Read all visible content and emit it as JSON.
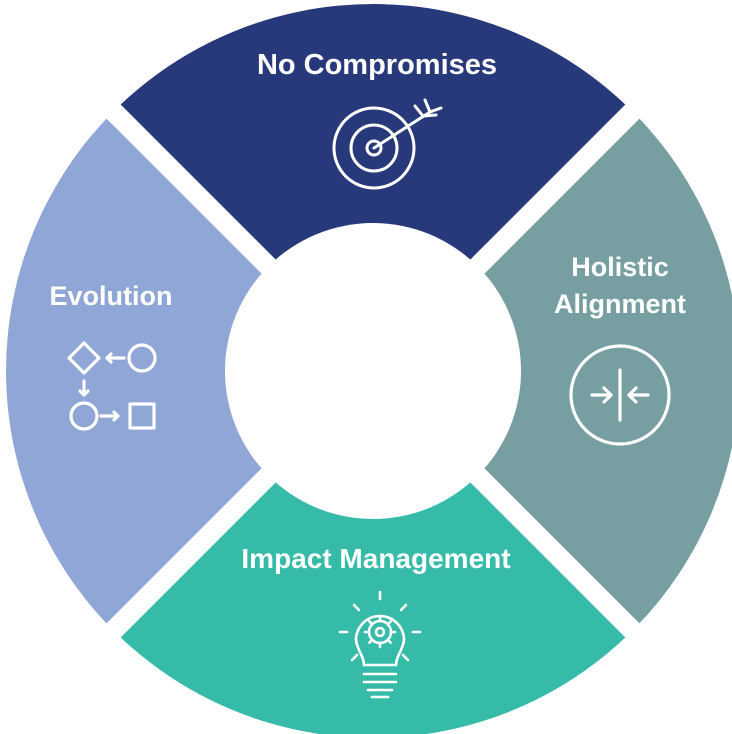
{
  "diagram": {
    "segments": {
      "top": {
        "label": "No Compromises",
        "color": "#27397a",
        "icon": "target-icon"
      },
      "right": {
        "label_line1": "Holistic",
        "label_line2": "Alignment",
        "color": "#779ea1",
        "icon": "converge-arrows-icon"
      },
      "bottom": {
        "label": "Impact Management",
        "color": "#36bba8",
        "icon": "lightbulb-gear-icon"
      },
      "left": {
        "label": "Evolution",
        "color": "#8fa6d6",
        "icon": "process-flow-icon"
      }
    },
    "center_color": "#ffffff",
    "icon_color": "#ffffff"
  }
}
